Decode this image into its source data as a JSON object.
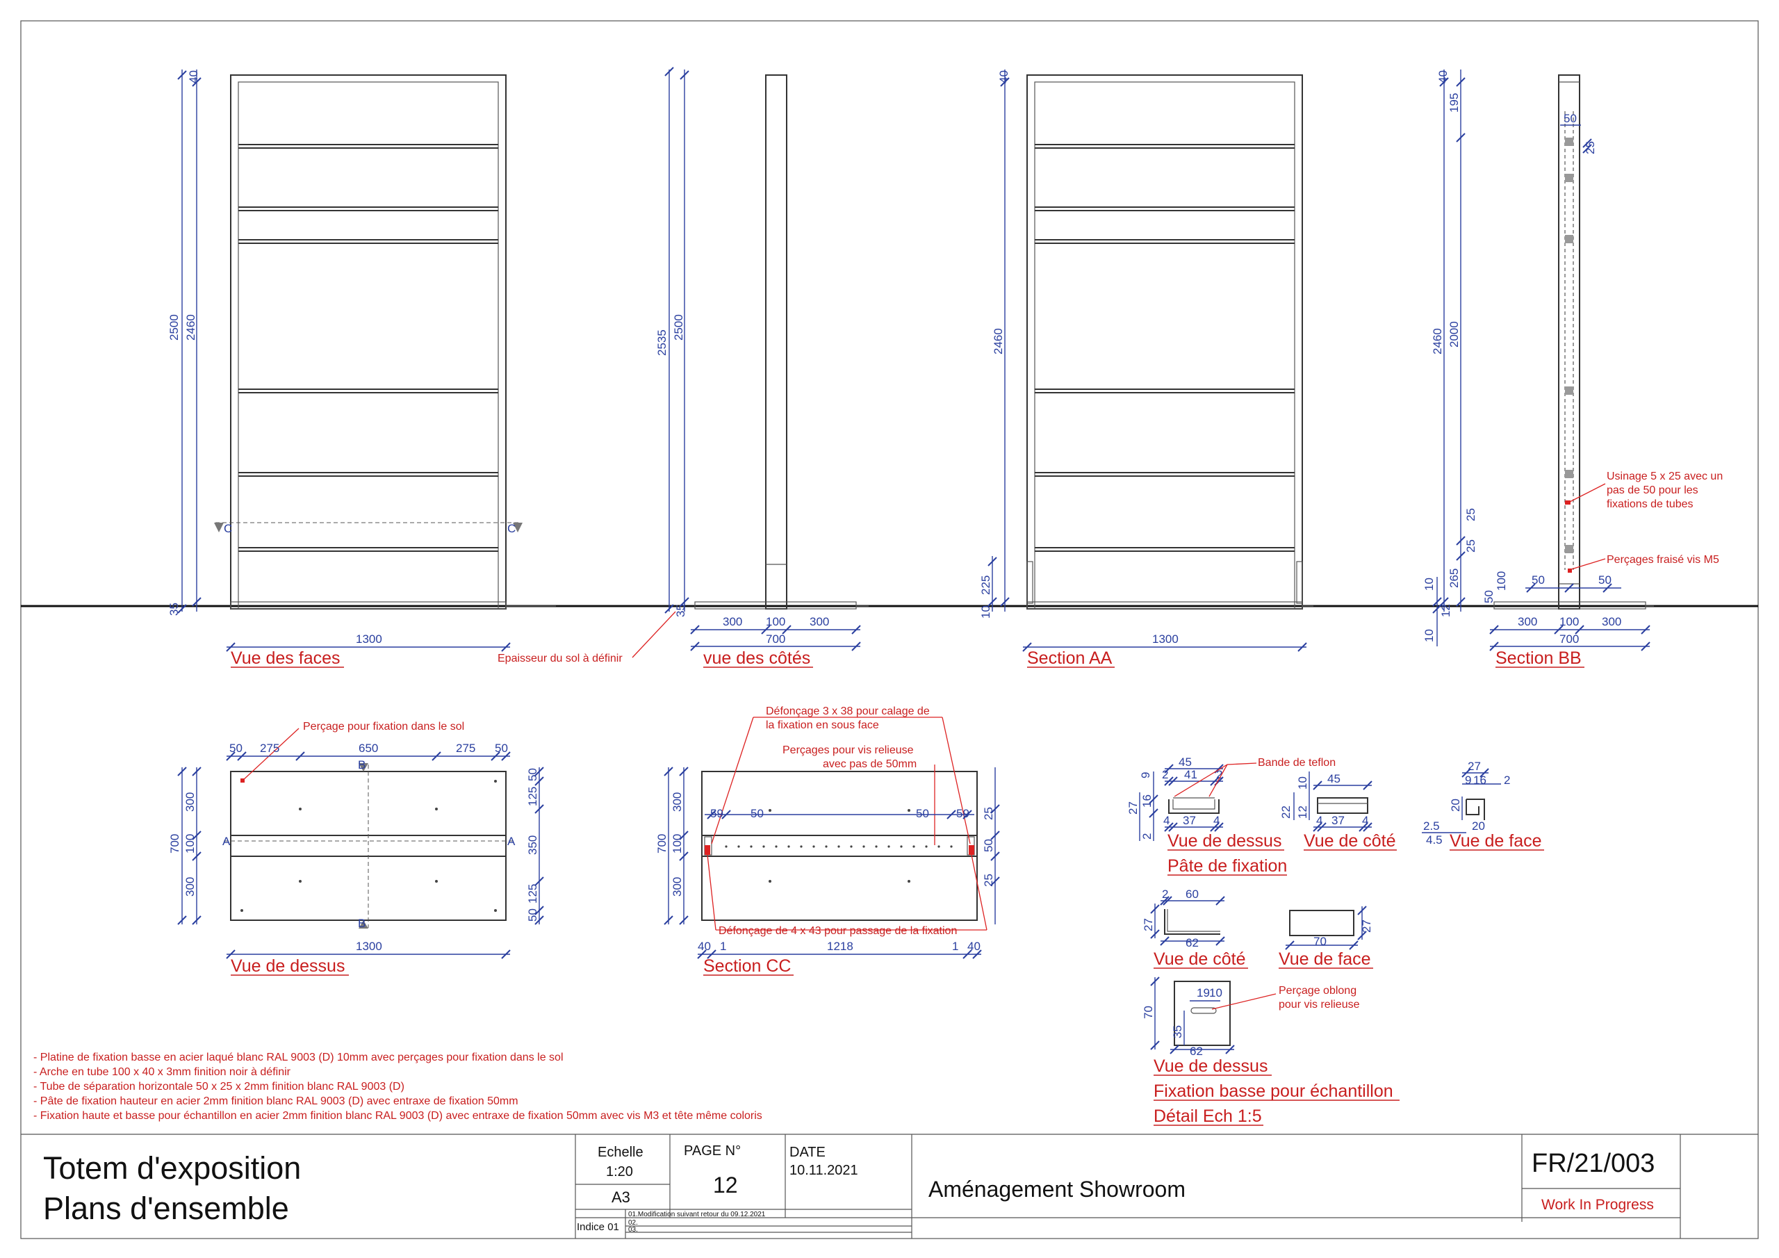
{
  "views": {
    "vue_des_faces": "Vue des faces",
    "vue_des_cotes": "vue des côtés",
    "section_aa": "Section AA",
    "section_bb": "Section BB",
    "vue_de_dessus": "Vue de dessus",
    "section_cc": "Section CC"
  },
  "detail": {
    "vue_de_dessus": "Vue de dessus",
    "pate_de_fixation": "Pâte de fixation",
    "vue_de_cote": "Vue de côté",
    "vue_de_face": "Vue de face",
    "vue_de_cote_2": "Vue de côté",
    "vue_de_face_2": "Vue de face",
    "vue_de_dessus_2": "Vue de dessus",
    "fixation_basse": "Fixation basse pour échantillon",
    "detail_ech": "Détail Ech 1:5"
  },
  "annotations": {
    "epaisseur_sol": "Epaisseur du sol à définir",
    "percage_fixation_sol": "Perçage pour fixation dans le sol",
    "defoncage_3x38_l1": "Défonçage 3 x 38 pour calage de",
    "defoncage_3x38_l2": "la fixation en sous face",
    "percages_vis_l1": "Perçages pour vis relieuse",
    "percages_vis_l2": "avec pas de 50mm",
    "defoncage_4x43": "Défonçage de 4 x 43 pour passage de la fixation",
    "usinage_l1": "Usinage 5 x 25 avec un",
    "usinage_l2": "pas de 50 pour les",
    "usinage_l3": "fixations de tubes",
    "percages_m5": "Perçages fraisé vis M5",
    "bande_teflon": "Bande de teflon",
    "percage_oblong_l1": "Perçage oblong",
    "percage_oblong_l2": "pour vis relieuse"
  },
  "dims": {
    "faces": {
      "h2500": "2500",
      "h2460": "2460",
      "top": "40",
      "bottom": "35",
      "w": "1300",
      "c1": "C",
      "c2": "C"
    },
    "cotes": {
      "h2535": "2535",
      "h2500": "2500",
      "bottom": "35",
      "d300a": "300",
      "d100": "100",
      "d300b": "300",
      "d700": "700"
    },
    "aa": {
      "top": "40",
      "h2460": "2460",
      "h225": "225",
      "b10": "10",
      "w": "1300"
    },
    "bb": {
      "top": "40",
      "h195": "195",
      "h50": "50",
      "h25a": "25",
      "h2460": "2460",
      "h2000": "2000",
      "h25b": "25",
      "h25c": "25",
      "h265": "265",
      "h10a": "10",
      "h12": "12",
      "h10b": "10",
      "s50a": "50",
      "s50b": "50",
      "s50c": "50",
      "s100": "100",
      "d300a": "300",
      "d100": "100",
      "d300b": "300",
      "d700": "700"
    },
    "dessus": {
      "t50a": "50",
      "t275a": "275",
      "t650": "650",
      "t275b": "275",
      "t50b": "50",
      "l700": "700",
      "l300a": "300",
      "l100": "100",
      "l300b": "300",
      "r125a": "125",
      "r50a": "50",
      "r350": "350",
      "r50b": "50",
      "r125b": "125",
      "w": "1300",
      "a1": "A",
      "a2": "A",
      "b1": "B",
      "b2": "B"
    },
    "cc": {
      "l700": "700",
      "l300a": "300",
      "l100": "100",
      "l300b": "300",
      "i59a": "59",
      "i50a": "50",
      "i50b": "50",
      "i59b": "59",
      "r25a": "25",
      "r50": "50",
      "r25b": "25",
      "b40a": "40",
      "b1a": "1",
      "b1218": "1218",
      "b1b": "1",
      "b40b": "40"
    },
    "pate": {
      "d45": "45",
      "d2a": "2",
      "d41": "41",
      "d2b": "2",
      "d9": "9",
      "d27": "27",
      "d16": "16",
      "d2c": "2",
      "d4a": "4",
      "d37": "37",
      "d4b": "4"
    },
    "pate_cote": {
      "d45": "45",
      "d10": "10",
      "d22": "22",
      "d12": "12",
      "d4a": "4",
      "d37": "37",
      "d4b": "4"
    },
    "pate_face": {
      "d27": "27",
      "d9": "9",
      "d16": "16",
      "d2a": "2",
      "d20a": "20",
      "d2_5": "2.5",
      "d20b": "20",
      "d4_5": "4.5"
    },
    "ech": {
      "d2": "2",
      "d60": "60",
      "d27a": "27",
      "d62a": "62",
      "d70a": "70",
      "d27b": "27",
      "d70b": "70",
      "d19": "19",
      "d10": "10",
      "d35": "35",
      "d62b": "62"
    }
  },
  "notes": [
    "- Platine de fixation basse en acier laqué blanc RAL 9003 (D) 10mm avec perçages pour fixation dans le sol",
    "- Arche en tube 100 x 40 x 3mm finition noir à définir",
    "- Tube de séparation horizontale 50 x 25 x 2mm finition blanc RAL 9003 (D)",
    "- Pâte de fixation hauteur en acier 2mm finition blanc RAL 9003 (D) avec entraxe de fixation 50mm",
    "- Fixation haute et basse pour échantillon en acier 2mm finition blanc RAL 9003 (D) avec entraxe de fixation 50mm avec vis M3 et tête même coloris"
  ],
  "title_block": {
    "title_line1": "Totem d'exposition",
    "title_line2": "Plans d'ensemble",
    "echelle_label": "Echelle",
    "echelle_value": "1:20",
    "format": "A3",
    "page_label": "PAGE N°",
    "page_value": "12",
    "date_label": "DATE",
    "date_value": "10.11.2021",
    "indice_label": "Indice 01",
    "rev1": "01.Modification suivant retour du 09.12.2021",
    "rev2": "02.",
    "rev3": "03.",
    "project": "Aménagement Showroom",
    "ref": "FR/21/003",
    "status": "Work In Progress"
  }
}
